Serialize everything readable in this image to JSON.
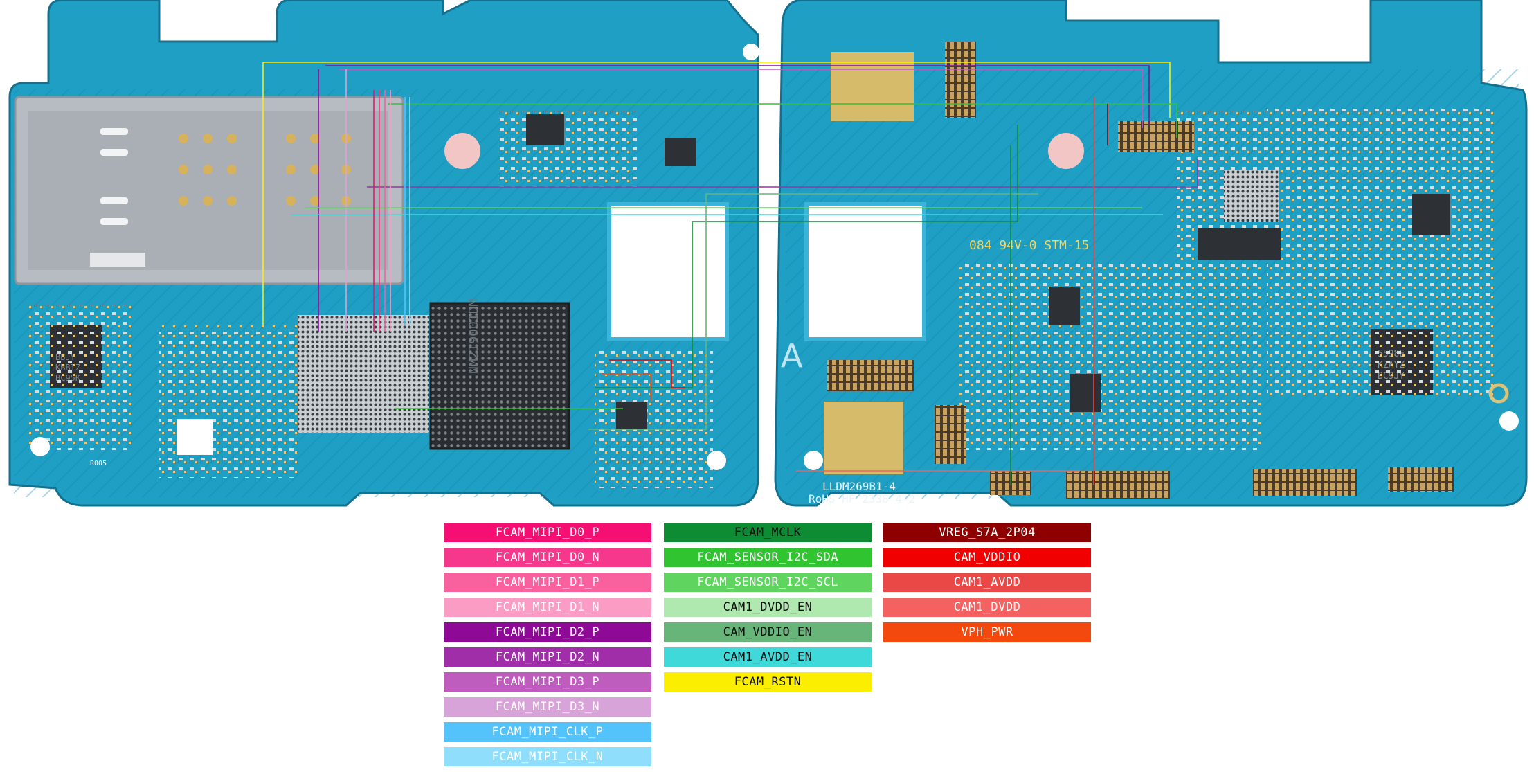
{
  "board": {
    "silkscreen": {
      "rating": "084  94V-0 STM-15",
      "part_number": "LLDM269B1-4",
      "rohs": "RoHS HF 2338 4-2",
      "side_letter": "A",
      "chip_left": "BBJY\nKBBIZ\nBC95K",
      "chip_mid": "NM2I9001DM\nRMSHP91O",
      "chip_right": "5598E\nKZAYZ\nBC9JY",
      "resistor_label": "R005"
    },
    "colors": {
      "pcb": "#1f9fc4",
      "pcb_dark": "#137ea3",
      "pcb_edge": "#14708f",
      "trace": "#0f86ad",
      "shield": "#b7bcc2",
      "gold": "#d6bb6a",
      "chip": "#2d3136"
    }
  },
  "legend": {
    "columns": [
      {
        "items": [
          {
            "label": "FCAM_MIPI_D0_P",
            "bg": "#f50f73",
            "fg": "#ffffff"
          },
          {
            "label": "FCAM_MIPI_D0_N",
            "bg": "#f6388c",
            "fg": "#ffffff"
          },
          {
            "label": "FCAM_MIPI_D1_P",
            "bg": "#f8609e",
            "fg": "#ffffff"
          },
          {
            "label": "FCAM_MIPI_D1_N",
            "bg": "#fa9cc4",
            "fg": "#ffffff"
          },
          {
            "label": "FCAM_MIPI_D2_P",
            "bg": "#8e0a96",
            "fg": "#ffffff"
          },
          {
            "label": "FCAM_MIPI_D2_N",
            "bg": "#a12ea9",
            "fg": "#ffffff"
          },
          {
            "label": "FCAM_MIPI_D3_P",
            "bg": "#bf5dbf",
            "fg": "#ffffff"
          },
          {
            "label": "FCAM_MIPI_D3_N",
            "bg": "#d8a3d8",
            "fg": "#ffffff"
          },
          {
            "label": "FCAM_MIPI_CLK_P",
            "bg": "#54c3fb",
            "fg": "#ffffff"
          },
          {
            "label": "FCAM_MIPI_CLK_N",
            "bg": "#8fdefb",
            "fg": "#ffffff"
          }
        ]
      },
      {
        "items": [
          {
            "label": "FCAM_MCLK",
            "bg": "#0d8c34",
            "fg": "#111111"
          },
          {
            "label": "FCAM_SENSOR_I2C_SDA",
            "bg": "#31c431",
            "fg": "#ffffff"
          },
          {
            "label": "FCAM_SENSOR_I2C_SCL",
            "bg": "#5fd45f",
            "fg": "#ffffff"
          },
          {
            "label": "CAM1_DVDD_EN",
            "bg": "#afe9af",
            "fg": "#111111"
          },
          {
            "label": "CAM_VDDIO_EN",
            "bg": "#67b578",
            "fg": "#111111"
          },
          {
            "label": "CAM1_AVDD_EN",
            "bg": "#3fd9d9",
            "fg": "#111111"
          },
          {
            "label": "FCAM_RSTN",
            "bg": "#fbee00",
            "fg": "#111111"
          }
        ]
      },
      {
        "items": [
          {
            "label": "VREG_S7A_2P04",
            "bg": "#8e0000",
            "fg": "#ffffff"
          },
          {
            "label": "CAM_VDDIO",
            "bg": "#f00000",
            "fg": "#ffffff"
          },
          {
            "label": "CAM1_AVDD",
            "bg": "#ea4747",
            "fg": "#ffffff"
          },
          {
            "label": "CAM1_DVDD",
            "bg": "#f36161",
            "fg": "#ffffff"
          },
          {
            "label": "VPH_PWR",
            "bg": "#f3480e",
            "fg": "#ffffff"
          }
        ]
      }
    ]
  }
}
